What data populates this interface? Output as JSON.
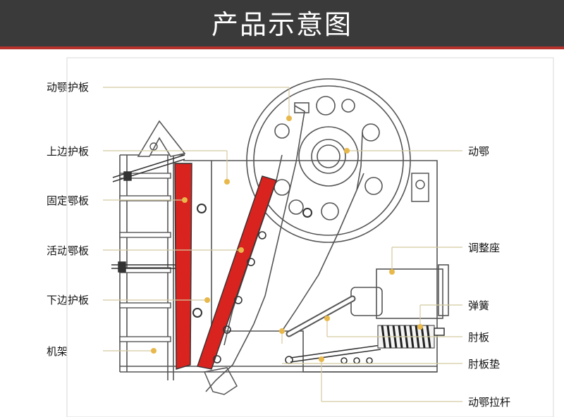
{
  "header": {
    "title": "产品示意图"
  },
  "labels_left": [
    "动颚护板",
    "上边护板",
    "固定鄂板",
    "活动鄂板",
    "下边护板",
    "机架"
  ],
  "labels_right": [
    "动鄂",
    "调整座",
    "弹簧",
    "肘板",
    "肘板垫",
    "动鄂拉杆"
  ],
  "colors": {
    "header_bg": "#3a3a3a",
    "accent": "#b8322b",
    "plate_red": "#d8231f",
    "leader": "#d4c9a0",
    "dot": "#e8b84a"
  }
}
